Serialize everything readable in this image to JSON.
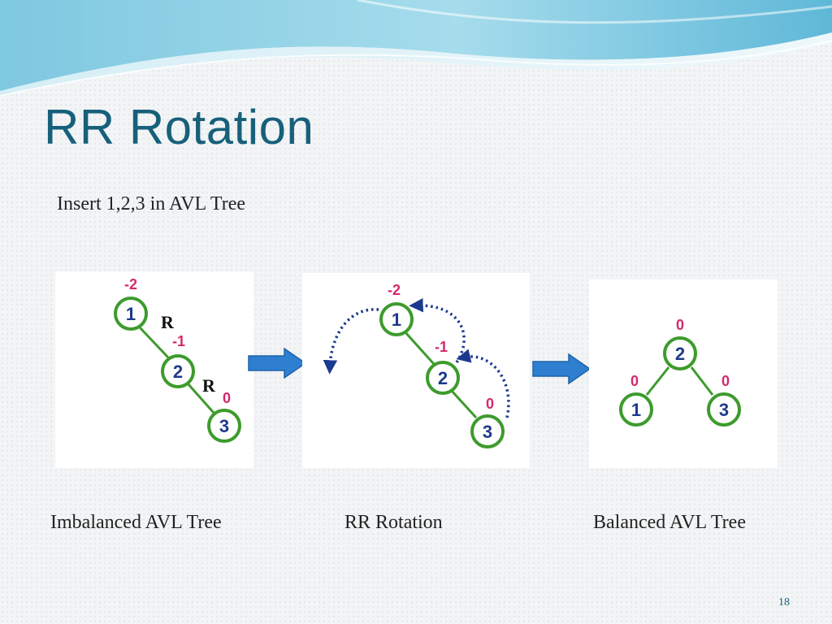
{
  "slide": {
    "title": "RR Rotation",
    "subtitle": "Insert 1,2,3 in AVL Tree",
    "page_number": "18"
  },
  "colors": {
    "title": "#17607a",
    "node_stroke": "#3d9b2d",
    "node_text": "#1f3a8a",
    "balance_factor": "#d22a6a",
    "arrow": "#2e7fd0",
    "rotation_arrow": "#1b3a8f"
  },
  "panels": [
    {
      "id": "imbalanced",
      "caption": "Imbalanced AVL Tree",
      "nodes": [
        {
          "label": "1",
          "balance": "-2"
        },
        {
          "label": "2",
          "balance": "-1"
        },
        {
          "label": "3",
          "balance": "0"
        }
      ],
      "edge_labels": [
        "R",
        "R"
      ]
    },
    {
      "id": "rotation",
      "caption": "RR Rotation",
      "nodes": [
        {
          "label": "1",
          "balance": "-2"
        },
        {
          "label": "2",
          "balance": "-1"
        },
        {
          "label": "3",
          "balance": "0"
        }
      ]
    },
    {
      "id": "balanced",
      "caption": "Balanced AVL Tree",
      "nodes": [
        {
          "label": "2",
          "balance": "0"
        },
        {
          "label": "1",
          "balance": "0"
        },
        {
          "label": "3",
          "balance": "0"
        }
      ]
    }
  ]
}
